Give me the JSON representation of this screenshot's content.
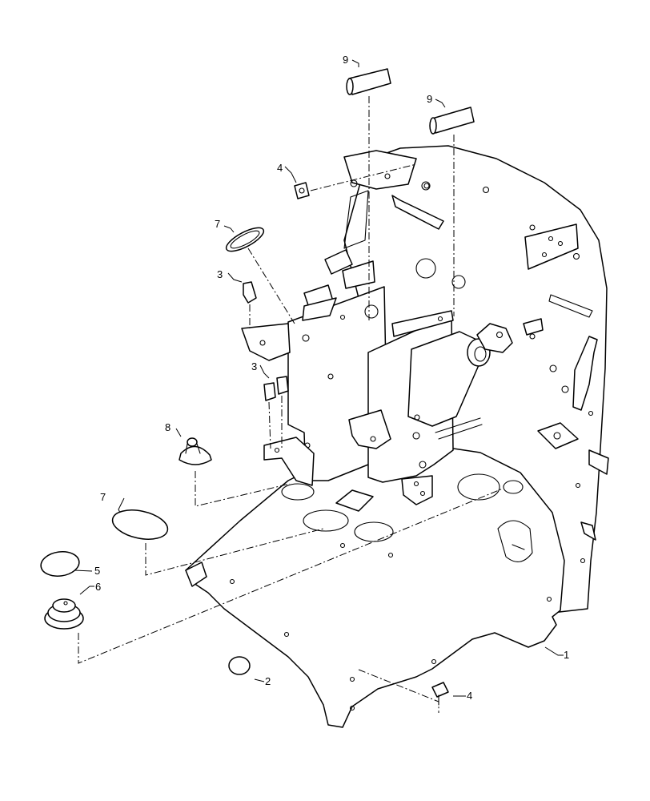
{
  "callouts": {
    "c1": "1",
    "c2": "2",
    "c3a": "3",
    "c3b": "3",
    "c4a": "4",
    "c4b": "4",
    "c5": "5",
    "c6": "6",
    "c7a": "7",
    "c7b": "7",
    "c8": "8",
    "c9a": "9",
    "c9b": "9"
  },
  "colors": {
    "line": "#000000",
    "background": "#ffffff"
  }
}
